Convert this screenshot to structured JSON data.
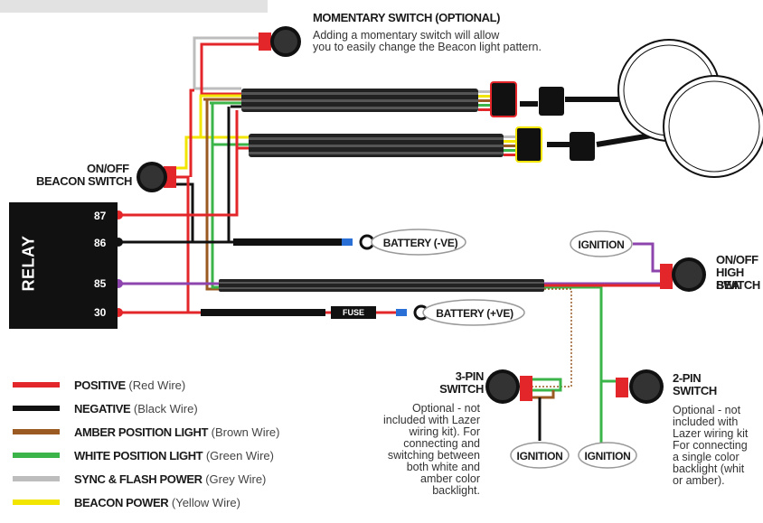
{
  "momentary": {
    "title": "MOMENTARY SWITCH (OPTIONAL)",
    "note_line1": "Adding a momentary switch will allow",
    "note_line2": "you to easily change the Beacon light pattern."
  },
  "beacon_switch": {
    "line1": "ON/OFF",
    "line2": "BEACON SWITCH"
  },
  "high_beam_switch": {
    "line1": "ON/OFF",
    "line2": "HIGH BEA",
    "line3": "SWITCH"
  },
  "relay": {
    "title": "RELAY",
    "pins": [
      "87",
      "86",
      "85",
      "30"
    ]
  },
  "battery_neg": "BATTERY (-VE)",
  "battery_pos": "BATTERY (+VE)",
  "fuse": "FUSE",
  "ignition_labels": [
    "IGNITION",
    "IGNITION",
    "IGNITION"
  ],
  "three_pin": {
    "line1": "3-PIN",
    "line2": "SWITCH",
    "note": [
      "Optional - not",
      "included with Lazer",
      "wiring kit). For",
      "connecting and",
      "switching between",
      "both white and",
      "amber color",
      "backlight."
    ]
  },
  "two_pin": {
    "line1": "2-PIN",
    "line2": "SWITCH",
    "note": [
      "Optional - not",
      "included with",
      "Lazer wiring kit",
      "For connecting",
      "a single color",
      "backlight (whit",
      "or amber)."
    ]
  },
  "legend": [
    {
      "label": "POSITIVE",
      "desc": "(Red Wire)",
      "color": "#e3262a"
    },
    {
      "label": "NEGATIVE",
      "desc": "(Black Wire)",
      "color": "#111111"
    },
    {
      "label": "AMBER POSITION LIGHT",
      "desc": "(Brown Wire)",
      "color": "#9a5a22"
    },
    {
      "label": "WHITE POSITION LIGHT",
      "desc": "(Green Wire)",
      "color": "#3bb54a"
    },
    {
      "label": "SYNC & FLASH POWER",
      "desc": "(Grey Wire)",
      "color": "#bdbdbd"
    },
    {
      "label": "BEACON POWER",
      "desc": "(Yellow Wire)",
      "color": "#f2e600"
    }
  ],
  "colors": {
    "red": "#e3262a",
    "black": "#111111",
    "brown": "#9a5a22",
    "green": "#3bb54a",
    "grey": "#bdbdbd",
    "yellow": "#f2e600",
    "purple": "#8e44ad"
  }
}
